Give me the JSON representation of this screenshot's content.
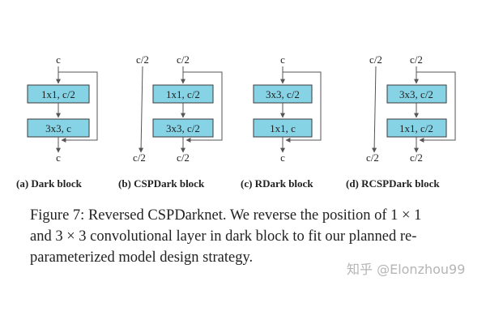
{
  "blocks": [
    {
      "caption": "(a) Dark block",
      "main_top": "c",
      "main_bottom": "c",
      "layers": [
        "1x1, c/2",
        "3x3, c"
      ]
    },
    {
      "caption": "(b) CSPDark block",
      "side_top": "c/2",
      "side_bottom": "c/2",
      "main_top": "c/2",
      "main_bottom": "c/2",
      "layers": [
        "1x1, c/2",
        "3x3, c/2"
      ]
    },
    {
      "caption": "(c) RDark block",
      "main_top": "c",
      "main_bottom": "c",
      "layers": [
        "3x3, c/2",
        "1x1, c"
      ]
    },
    {
      "caption": "(d) RCSPDark block",
      "side_top": "c/2",
      "side_bottom": "c/2",
      "main_top": "c/2",
      "main_bottom": "c/2",
      "layers": [
        "3x3, c/2",
        "1x1, c/2"
      ]
    }
  ],
  "figure_caption": {
    "line1": "Figure 7: Reversed CSPDarknet. We reverse the position of 1 × 1",
    "line2": "and 3 × 3 convolutional layer in dark block to fit our planned re-",
    "line3": "parameterized model design strategy."
  },
  "watermark": "知乎 @Elonzhou99",
  "colors": {
    "box_fill": "#86d3e6",
    "text": "#222222",
    "line": "#555555",
    "watermark": "#b5b5b5"
  }
}
